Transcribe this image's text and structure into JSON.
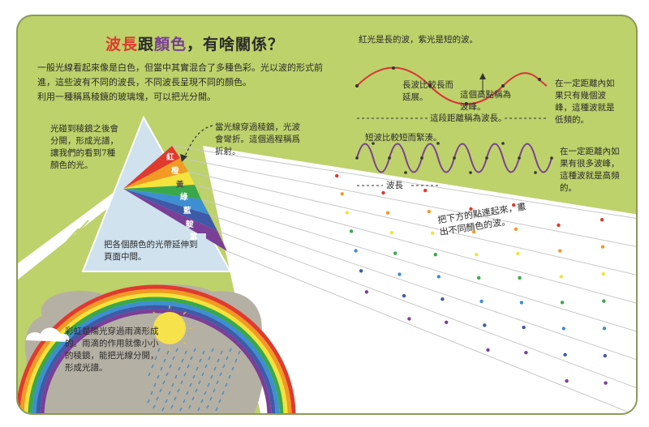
{
  "title": {
    "part1": "波長",
    "part2": "跟",
    "part3": "顏色",
    "part4": "，有啥關係？"
  },
  "intro": "一般光線看起來像是白色，但當中其實混合了多種色彩。光以波的形式前進，這些波有不同的波長，不同波長呈現不同的顏色。\n利用一種稱爲稜鏡的玻璃塊，可以把光分開。",
  "prism_left_note": "光碰到稜鏡之後會分開，形成光譜，讓我們的看到7種顏色的光。",
  "refraction_note": "當光線穿過稜鏡，光波會彎折。這個過程稱爲折射。",
  "spectrum_labels": [
    "紅",
    "橙",
    "黃",
    "綠",
    "藍",
    "靛",
    "紫"
  ],
  "prism_caption": "把各個顏色的光帶延伸到頁面中間。",
  "rainbow_note": "彩虹是陽光穿過雨滴形成的。雨滴的作用就像小小的稜鏡，能把光線分開，形成光譜。",
  "wave_section": {
    "heading": "紅光是長的波，紫光是短的波。",
    "long_wave_label": "長波比較長而延展。",
    "peak_label": "這個高點稱為波峰。",
    "wavelength_label": "這段距離稱為波長。",
    "long_wave_note": "在一定距離內如果只有幾個波峰，這種波就是低頻的。",
    "short_wave_label": "短波比較短而緊湊。",
    "short_wavelength_label": "波長",
    "short_wave_note": "在一定距離內如果有很多波峰，這種波就是高頻的。"
  },
  "dots_instruction": "把下方的點連起來，畫出不同顏色的波。",
  "colors": {
    "background": "#bdd26a",
    "red": "#e03a2f",
    "orange": "#f29a23",
    "yellow": "#f3e33a",
    "green": "#3aa84a",
    "blue": "#3d8fd1",
    "indigo": "#3e5aa8",
    "violet": "#7a3f97",
    "long_wave": "#d8343a",
    "short_wave": "#7a3f97",
    "prism": "#cfe2ee",
    "cloud_gray": "#b5b0a4",
    "sun": "#f6e24a"
  }
}
